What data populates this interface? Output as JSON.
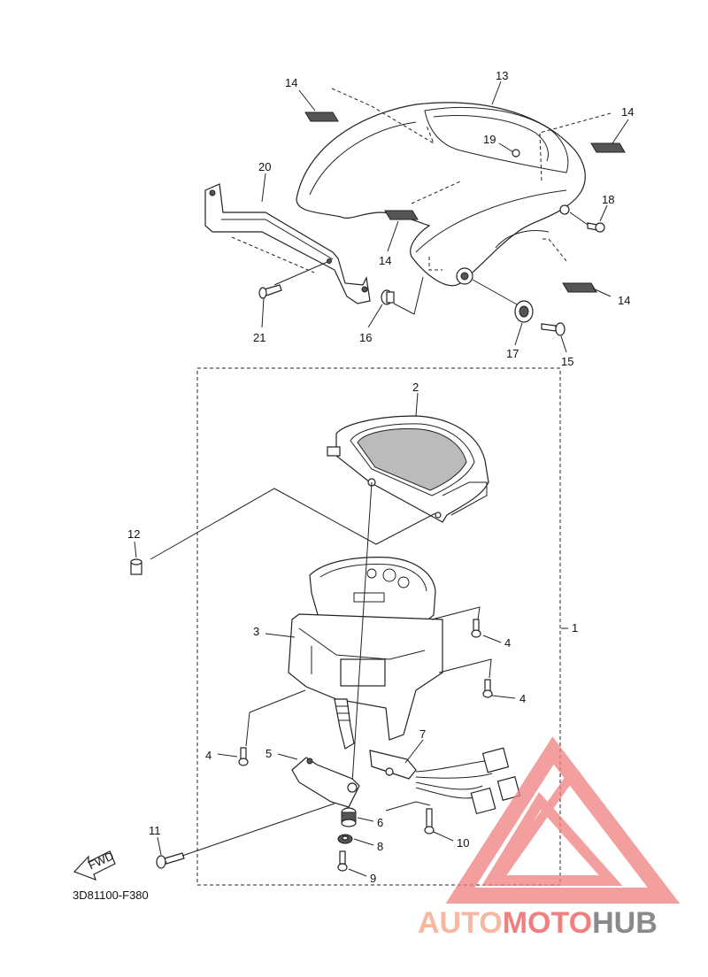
{
  "diagram_code": "3D81100-F380",
  "fwd_label": "FWD",
  "watermark": {
    "part1": "AUTO",
    "part2": "MOTO",
    "part3": "HUB",
    "color_light": "#f7b8a0",
    "color_main": "#f08080",
    "color_dark": "#8a8a8a"
  },
  "callouts": {
    "c1": "1",
    "c2": "2",
    "c3": "3",
    "c4a": "4",
    "c4b": "4",
    "c4c": "4",
    "c5": "5",
    "c6": "6",
    "c7": "7",
    "c8": "8",
    "c9": "9",
    "c10": "10",
    "c11": "11",
    "c12": "12",
    "c13": "13",
    "c14a": "14",
    "c14b": "14",
    "c14c": "14",
    "c14d": "14",
    "c15": "15",
    "c16": "16",
    "c17": "17",
    "c18": "18",
    "c19": "19",
    "c20": "20",
    "c21": "21"
  }
}
